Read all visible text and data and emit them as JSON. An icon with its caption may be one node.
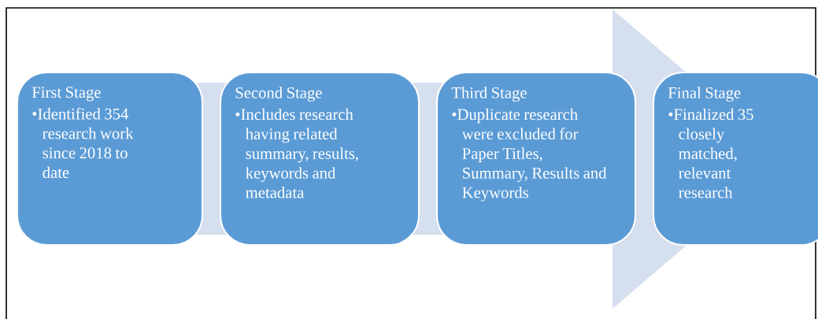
{
  "diagram": {
    "nodes": [
      {
        "text": [
          "First Stage",
          "•Identified 354 research work since 2018 to date"
        ]
      },
      {
        "text": [
          "Second Stage",
          "•Includes research having related summary, results, keywords and metadata"
        ]
      },
      {
        "text": [
          "Third Stage",
          "•Duplicate research were excluded for Paper Titles, Summary, Results and Keywords"
        ]
      },
      {
        "text": [
          "Final Stage",
          "•Finalized 35 closely matched, relevant research"
        ]
      }
    ],
    "edges": [
      {
        "from": 0,
        "to": 3,
        "arrow": "to"
      }
    ]
  }
}
